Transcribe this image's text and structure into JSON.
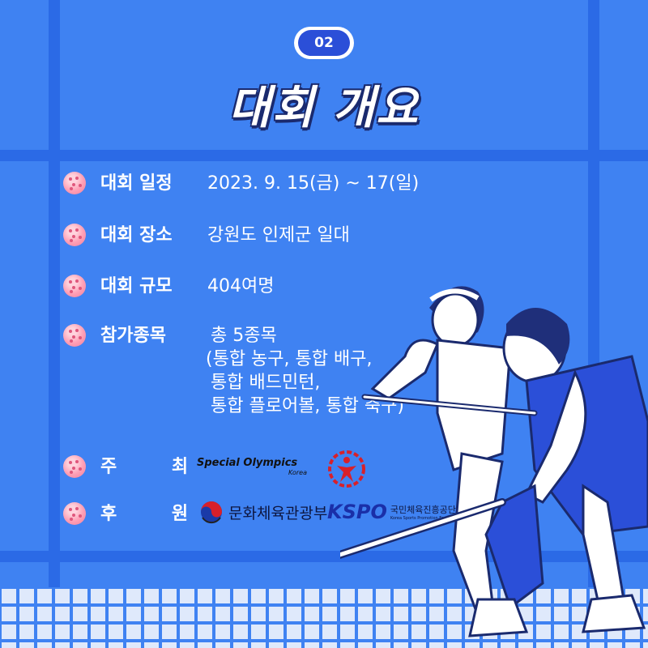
{
  "badge": "02",
  "title": "대회 개요",
  "items": [
    {
      "label": "대회 일정",
      "value": "2023. 9. 15(금) ~ 17(일)"
    },
    {
      "label": "대회 장소",
      "value": "강원도 인제군 일대"
    },
    {
      "label": "대회 규모",
      "value": "404여명"
    },
    {
      "label": "참가종목",
      "value": "총 5종목",
      "lines": [
        "(통합 농구, 통합 배구,",
        "통합 배드민턴,",
        "통합 플로어볼, 통합 축구)"
      ]
    },
    {
      "label": "주 최"
    },
    {
      "label": "후 원"
    }
  ],
  "host_logo": {
    "name": "Special Olympics",
    "sub": "Korea"
  },
  "sponsor_logos": {
    "mcst": "문화체육관광부",
    "kspo": "KSPO",
    "kspo_kr": "국민체육진흥공단",
    "kspo_en": "Korea Sports Promotion Foundation"
  },
  "colors": {
    "background": "#3f82f2",
    "grid": "#2b6ae6",
    "accent": "#1a2a6e",
    "ball": "#ff9fb5"
  }
}
